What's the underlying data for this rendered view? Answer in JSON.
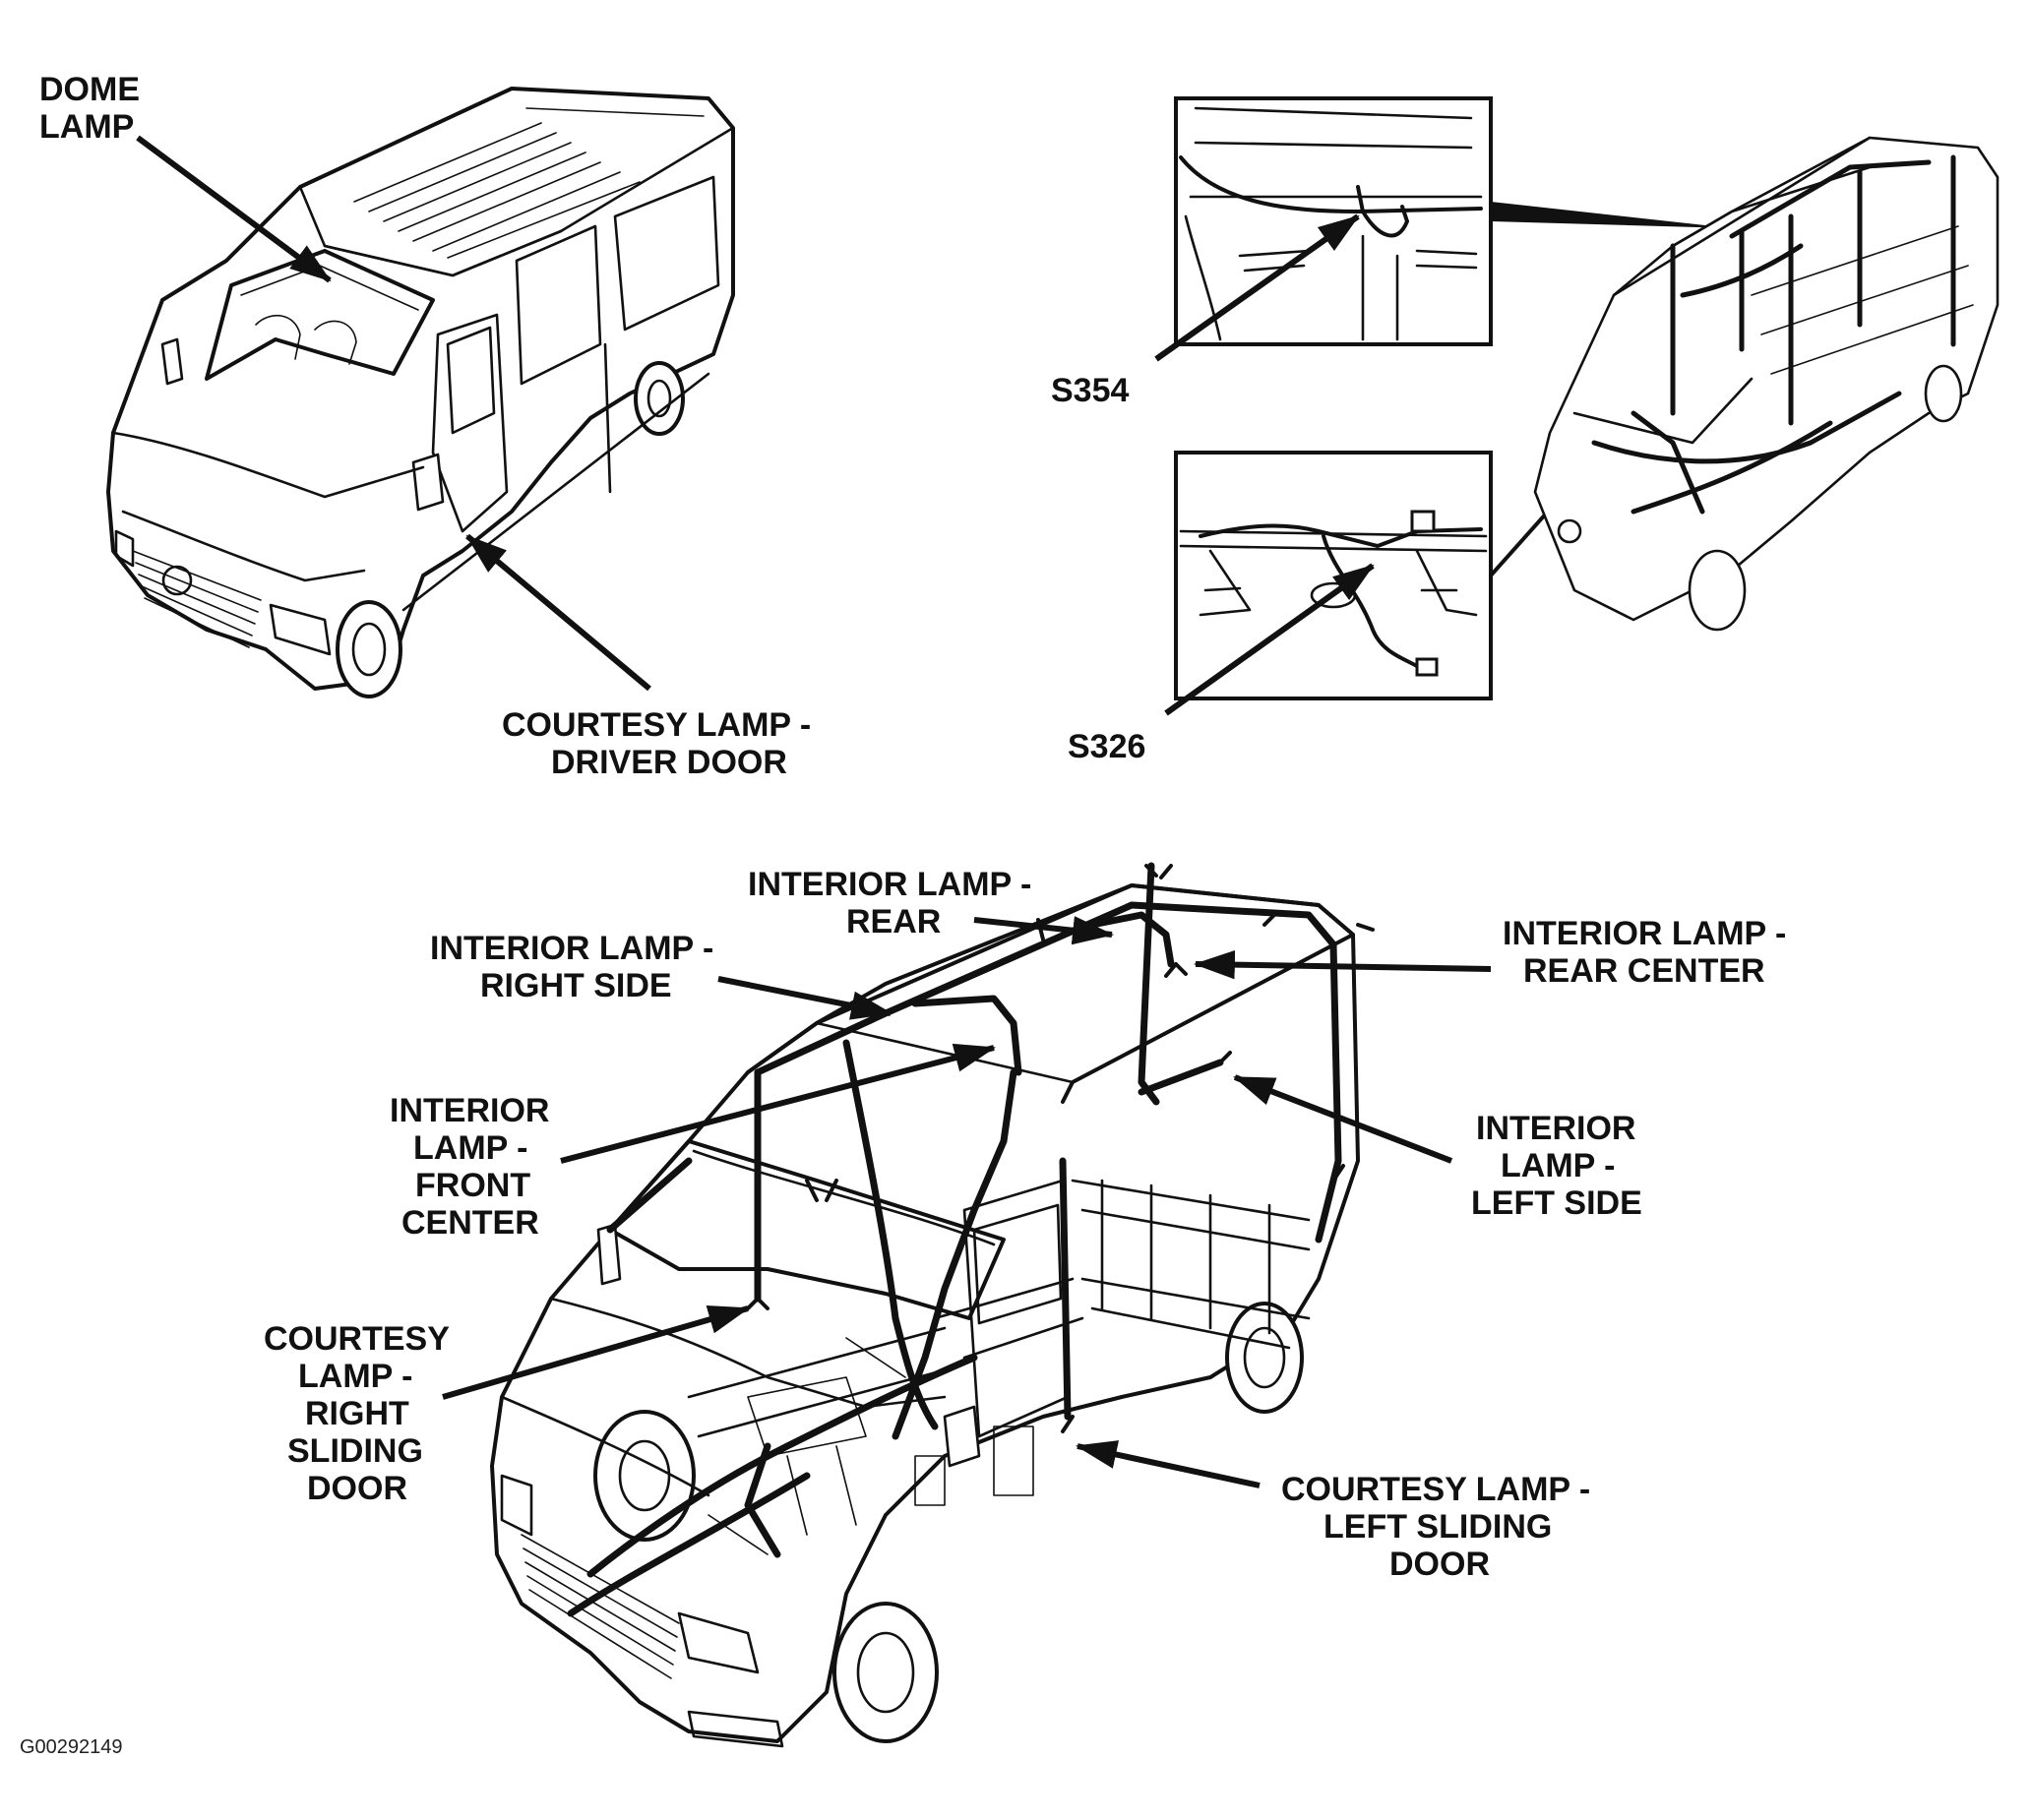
{
  "figure_id": "G00292149",
  "callouts": {
    "dome_lamp": [
      "DOME",
      "LAMP"
    ],
    "courtesy_driver": [
      "COURTESY LAMP -",
      "DRIVER DOOR"
    ],
    "s354": "S354",
    "s326": "S326",
    "interior_rear": [
      "INTERIOR LAMP -",
      "REAR"
    ],
    "interior_right_side": [
      "INTERIOR LAMP -",
      "RIGHT SIDE"
    ],
    "interior_rear_center": [
      "INTERIOR LAMP -",
      "REAR CENTER"
    ],
    "interior_front_center": [
      "INTERIOR",
      "LAMP -",
      "FRONT",
      "CENTER"
    ],
    "interior_left_side": [
      "INTERIOR",
      "LAMP -",
      "LEFT SIDE"
    ],
    "courtesy_right_sliding": [
      "COURTESY",
      "LAMP -",
      "RIGHT",
      "SLIDING",
      "DOOR"
    ],
    "courtesy_left_sliding": [
      "COURTESY LAMP -",
      "LEFT SLIDING",
      "DOOR"
    ]
  }
}
